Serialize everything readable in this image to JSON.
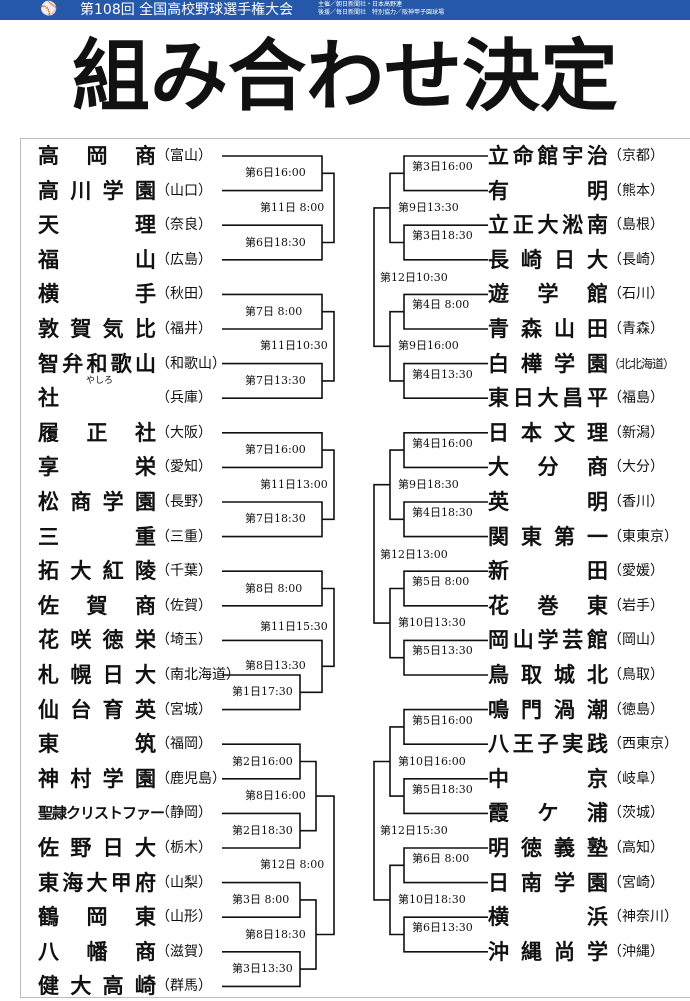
{
  "header": {
    "edition": "第108回 全国高校野球選手権大会",
    "organizers": [
      "主催／朝日新聞社・日本高野連",
      "後援／毎日新聞社　特別協力／阪神甲子園球場"
    ]
  },
  "headline": "組み合わせ決定",
  "left": {
    "blocks": [
      {
        "teams": [
          {
            "school": "高岡商",
            "pref": "（富山）"
          },
          {
            "school": "高川学園",
            "pref": "（山口）"
          },
          {
            "school": "天理",
            "pref": "（奈良）"
          },
          {
            "school": "福山",
            "pref": "（広島）"
          }
        ],
        "games": [
          "第6日16:00",
          "第6日18:30"
        ],
        "second": "第11日 8:00"
      },
      {
        "teams": [
          {
            "school": "横手",
            "pref": "（秋田）"
          },
          {
            "school": "敦賀気比",
            "pref": "（福井）"
          },
          {
            "school": "智弁和歌山",
            "pref": "（和歌山）"
          },
          {
            "school": "社",
            "pref": "（兵庫）",
            "ruby": "やしろ"
          }
        ],
        "games": [
          "第7日 8:00",
          "第7日13:30"
        ],
        "second": "第11日10:30"
      },
      {
        "teams": [
          {
            "school": "履正社",
            "pref": "（大阪）"
          },
          {
            "school": "享栄",
            "pref": "（愛知）"
          },
          {
            "school": "松商学園",
            "pref": "（長野）"
          },
          {
            "school": "三重",
            "pref": "（三重）"
          }
        ],
        "games": [
          "第7日16:00",
          "第7日18:30"
        ],
        "second": "第11日13:00"
      },
      {
        "teams": [
          {
            "school": "拓大紅陵",
            "pref": "（千葉）"
          },
          {
            "school": "佐賀商",
            "pref": "（佐賀）"
          },
          {
            "school": "花咲徳栄",
            "pref": "（埼玉）"
          },
          {
            "school": "札幌日大",
            "pref": "（南北海道）"
          },
          {
            "school": "仙台育英",
            "pref": "（宮城）"
          }
        ],
        "games": [
          "第8日 8:00",
          "第8日13:30",
          "第1日17:30"
        ],
        "second": "第11日15:30"
      },
      {
        "teams": [
          {
            "school": "東筑",
            "pref": "（福岡）"
          },
          {
            "school": "神村学園",
            "pref": "（鹿児島）"
          },
          {
            "school": "聖隷クリストファー",
            "pref": "（静岡）"
          },
          {
            "school": "佐野日大",
            "pref": "（栃木）"
          },
          {
            "school": "東海大甲府",
            "pref": "（山梨）"
          },
          {
            "school": "鶴岡東",
            "pref": "（山形）"
          },
          {
            "school": "八幡商",
            "pref": "（滋賀）"
          },
          {
            "school": "健大高崎",
            "pref": "（群馬）"
          }
        ],
        "games": [
          "第2日16:00",
          "第2日18:30",
          "第3日 8:00",
          "第3日13:30"
        ],
        "second": [
          "第8日16:00",
          "第8日18:30"
        ],
        "third": "第12日 8:00"
      }
    ]
  },
  "right": {
    "teams": [
      {
        "school": "立命館宇治",
        "pref": "（京都）"
      },
      {
        "school": "有明",
        "pref": "（熊本）"
      },
      {
        "school": "立正大淞南",
        "pref": "（島根）"
      },
      {
        "school": "長崎日大",
        "pref": "（長崎）"
      },
      {
        "school": "遊学館",
        "pref": "（石川）"
      },
      {
        "school": "青森山田",
        "pref": "（青森）"
      },
      {
        "school": "白樺学園",
        "pref": "（北北海道）"
      },
      {
        "school": "東日大昌平",
        "pref": "（福島）"
      },
      {
        "school": "日本文理",
        "pref": "（新潟）"
      },
      {
        "school": "大分商",
        "pref": "（大分）"
      },
      {
        "school": "英明",
        "pref": "（香川）"
      },
      {
        "school": "関東第一",
        "pref": "（東東京）"
      },
      {
        "school": "新田",
        "pref": "（愛媛）"
      },
      {
        "school": "花巻東",
        "pref": "（岩手）"
      },
      {
        "school": "岡山学芸館",
        "pref": "（岡山）"
      },
      {
        "school": "鳥取城北",
        "pref": "（鳥取）"
      },
      {
        "school": "鳴門渦潮",
        "pref": "（徳島）"
      },
      {
        "school": "八王子実践",
        "pref": "（西東京）"
      },
      {
        "school": "中京",
        "pref": "（岐阜）"
      },
      {
        "school": "霞ケ浦",
        "pref": "（茨城）"
      },
      {
        "school": "明徳義塾",
        "pref": "（高知）"
      },
      {
        "school": "日南学園",
        "pref": "（宮崎）"
      },
      {
        "school": "横浜",
        "pref": "（神奈川）"
      },
      {
        "school": "沖縄尚学",
        "pref": "（沖縄）"
      }
    ],
    "first": [
      "第3日16:00",
      "第3日18:30",
      "第4日 8:00",
      "第4日13:30",
      "第4日16:00",
      "第4日18:30",
      "第5日 8:00",
      "第5日13:30",
      "第5日16:00",
      "第5日18:30",
      "第6日 8:00",
      "第6日13:30"
    ],
    "second": [
      "第9日13:30",
      "第9日16:00",
      "第9日18:30",
      "第10日13:30",
      "第10日16:00",
      "第10日18:30"
    ],
    "third": [
      "第12日10:30",
      "第12日13:00",
      "第12日15:30"
    ]
  }
}
